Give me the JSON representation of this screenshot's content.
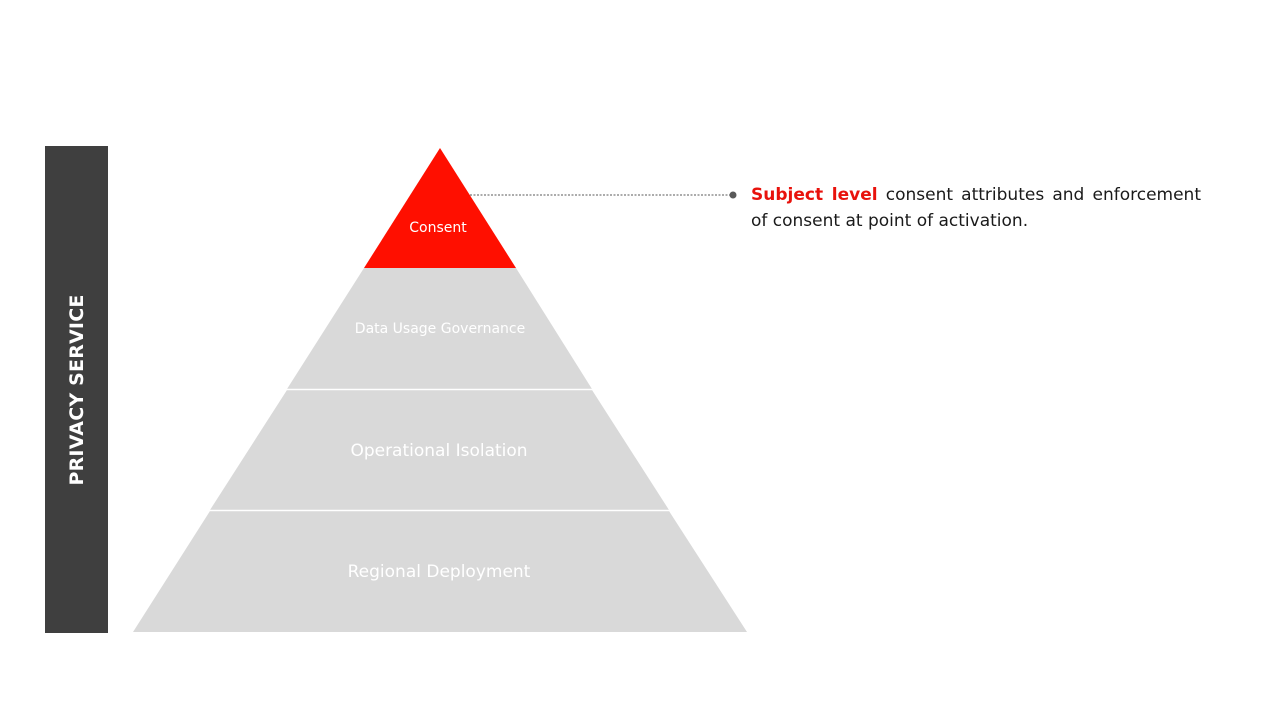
{
  "side_label": "PRIVACY SERVICE",
  "pyramid": {
    "tiers": [
      {
        "label": "Consent",
        "color": "#ff0f00",
        "highlighted": true
      },
      {
        "label": "Data Usage Governance",
        "color": "#d9d9d9",
        "highlighted": false
      },
      {
        "label": "Operational Isolation",
        "color": "#d9d9d9",
        "highlighted": false
      },
      {
        "label": "Regional Deployment",
        "color": "#d9d9d9",
        "highlighted": false
      }
    ]
  },
  "callout": {
    "emphasis": "Subject level",
    "text": " consent attributes and enforcement of consent at point of activation.",
    "emphasis_color": "#e8120c"
  },
  "colors": {
    "sidebar": "#3f3f3f",
    "connector": "#595959"
  }
}
